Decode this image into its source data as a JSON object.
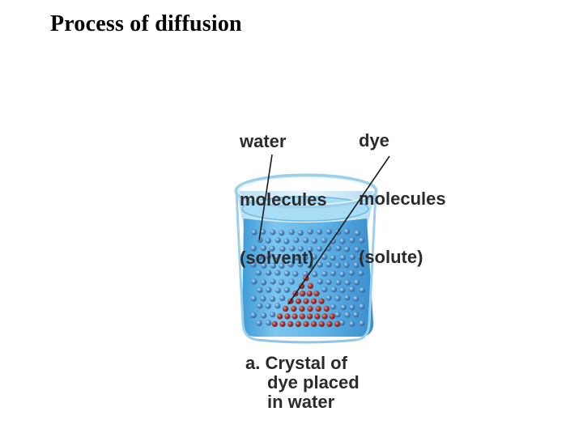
{
  "title": "Process of diffusion",
  "figure": {
    "labels": {
      "water_line1": "water",
      "water_line2": "molecules",
      "water_line3": "(solvent)",
      "dye_line1": "dye",
      "dye_line2": "molecules",
      "dye_line3": "(solute)"
    },
    "caption": {
      "line1": "a. Crystal of",
      "line2": "dye placed",
      "line3": "in water"
    },
    "colors": {
      "water_liquid": "#5fb6e8",
      "beaker_glass": "#cfe9f6",
      "water_molecule": "#4f86c0",
      "dye_molecule": "#a3322e",
      "text": "#2b2b2b"
    }
  }
}
